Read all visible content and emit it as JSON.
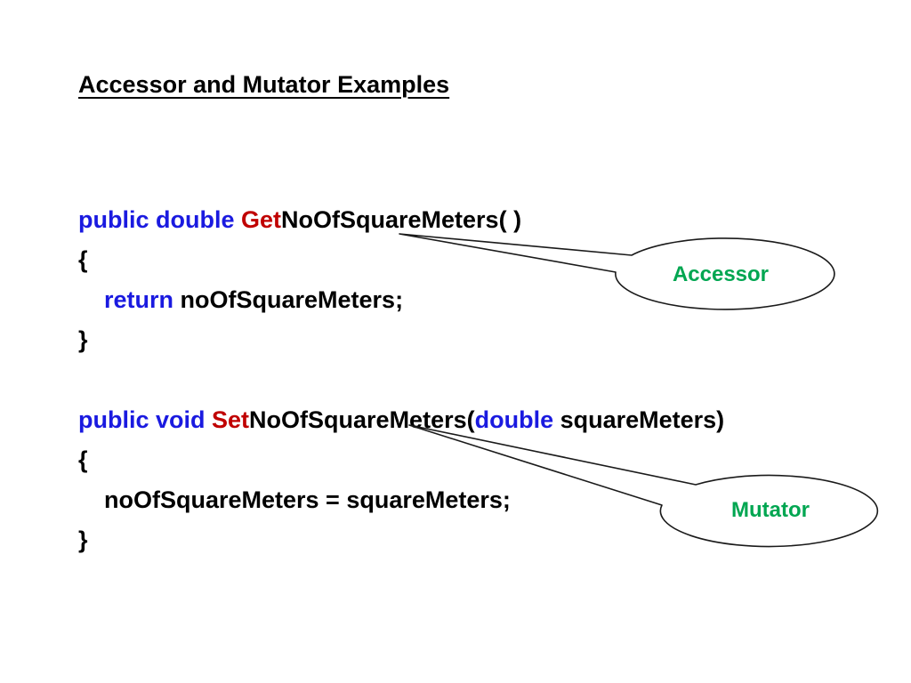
{
  "slide": {
    "title": "Accessor and Mutator Examples",
    "colors": {
      "keyword": "#1a1ae0",
      "accent": "#c00000",
      "code_text": "#000000",
      "title_text": "#000000",
      "callout_text": "#00a651",
      "bubble_outline": "#1a1a1a",
      "background": "#ffffff"
    },
    "code_blocks": [
      {
        "name": "accessor-example",
        "lines": [
          {
            "indent": false,
            "segments": [
              {
                "t": "public double ",
                "c": "keyword"
              },
              {
                "t": "Get",
                "c": "accent"
              },
              {
                "t": "NoOfSquareMeters( )",
                "c": "code_text"
              }
            ]
          },
          {
            "indent": false,
            "segments": [
              {
                "t": "{",
                "c": "code_text"
              }
            ]
          },
          {
            "indent": true,
            "segments": [
              {
                "t": "return ",
                "c": "keyword"
              },
              {
                "t": "noOfSquareMeters;",
                "c": "code_text"
              }
            ]
          },
          {
            "indent": false,
            "segments": [
              {
                "t": "}",
                "c": "code_text"
              }
            ]
          }
        ]
      },
      {
        "name": "mutator-example",
        "lines": [
          {
            "indent": false,
            "segments": [
              {
                "t": "public void ",
                "c": "keyword"
              },
              {
                "t": "Set",
                "c": "accent"
              },
              {
                "t": "NoOfSquareMeters(",
                "c": "code_text"
              },
              {
                "t": "double",
                "c": "keyword"
              },
              {
                "t": " squareMeters)",
                "c": "code_text"
              }
            ]
          },
          {
            "indent": false,
            "segments": [
              {
                "t": "{",
                "c": "code_text"
              }
            ]
          },
          {
            "indent": true,
            "segments": [
              {
                "t": "noOfSquareMeters = squareMeters;",
                "c": "code_text"
              }
            ]
          },
          {
            "indent": false,
            "segments": [
              {
                "t": "}",
                "c": "code_text"
              }
            ]
          }
        ]
      }
    ],
    "callouts": [
      {
        "label": "Accessor"
      },
      {
        "label": "Mutator"
      }
    ]
  }
}
